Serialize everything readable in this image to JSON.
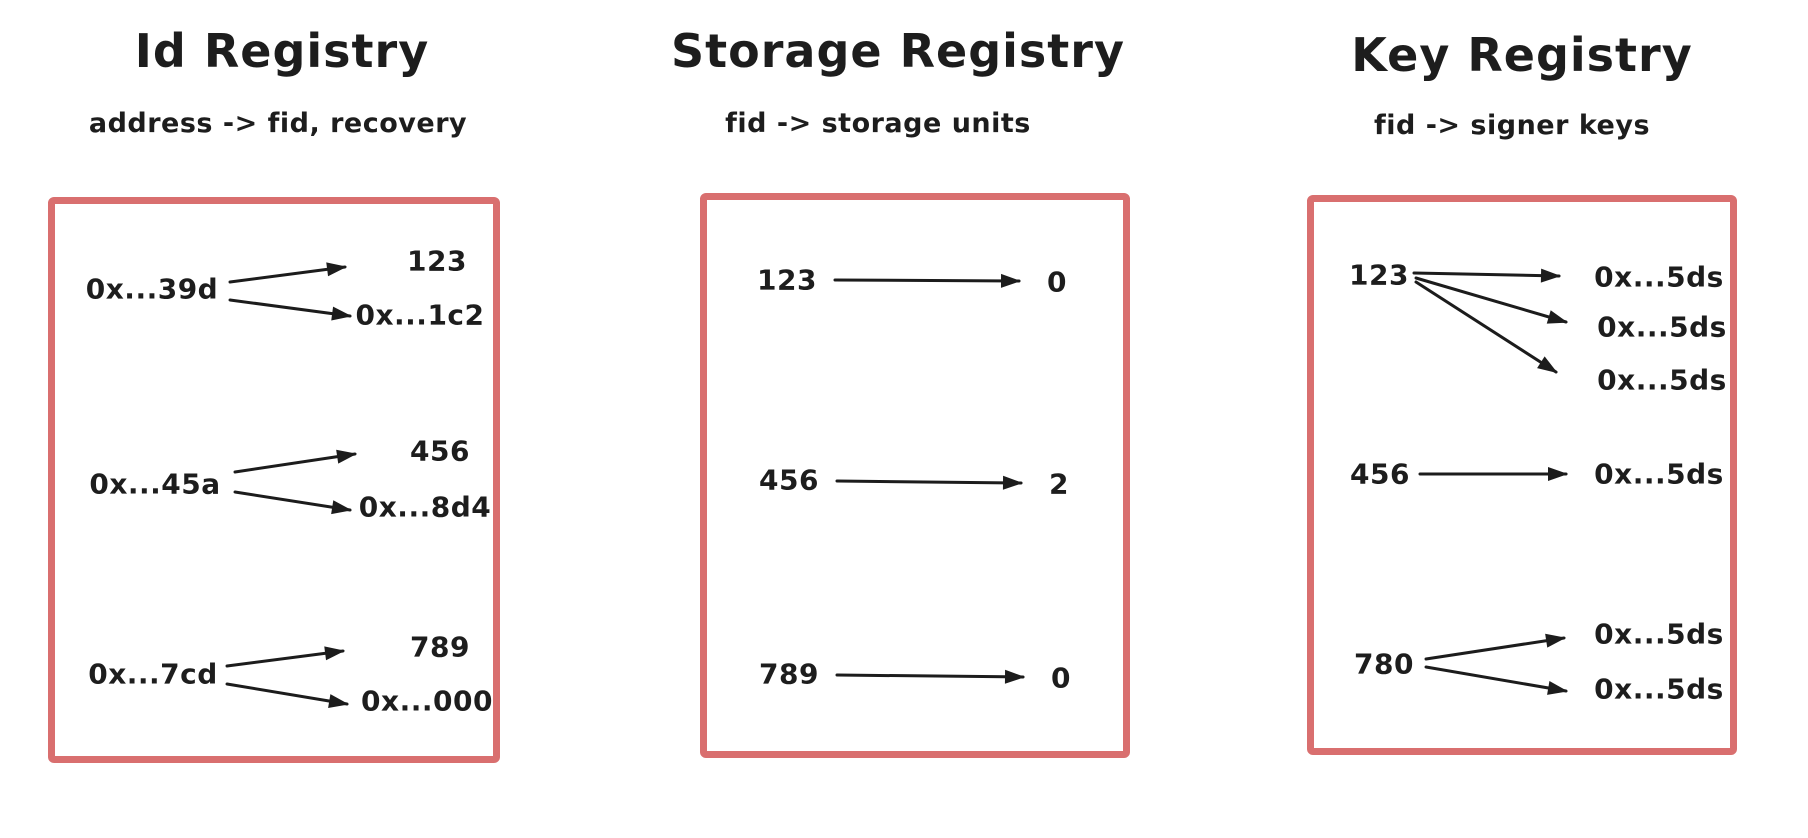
{
  "diagram": {
    "style": "hand-drawn whiteboard sketch",
    "background": "#ffffff",
    "colors": {
      "box_border": "#d96f6f",
      "text": "#1d1d1d",
      "arrow": "#1c1c1c"
    }
  },
  "registries": [
    {
      "title": "Id Registry",
      "subtitle": "address -> fid, recovery",
      "rows": [
        {
          "source": "0x...39d",
          "targets": [
            "123",
            "0x...1c2"
          ]
        },
        {
          "source": "0x...45a",
          "targets": [
            "456",
            "0x...8d4"
          ]
        },
        {
          "source": "0x...7cd",
          "targets": [
            "789",
            "0x...000"
          ]
        }
      ]
    },
    {
      "title": "Storage Registry",
      "subtitle": "fid -> storage units",
      "rows": [
        {
          "source": "123",
          "targets": [
            "0"
          ]
        },
        {
          "source": "456",
          "targets": [
            "2"
          ]
        },
        {
          "source": "789",
          "targets": [
            "0"
          ]
        }
      ]
    },
    {
      "title": "Key Registry",
      "subtitle": "fid -> signer keys",
      "rows": [
        {
          "source": "123",
          "targets": [
            "0x...5ds",
            "0x...5ds",
            "0x...5ds"
          ]
        },
        {
          "source": "456",
          "targets": [
            "0x...5ds"
          ]
        },
        {
          "source": "780",
          "targets": [
            "0x...5ds",
            "0x...5ds"
          ]
        }
      ]
    }
  ]
}
